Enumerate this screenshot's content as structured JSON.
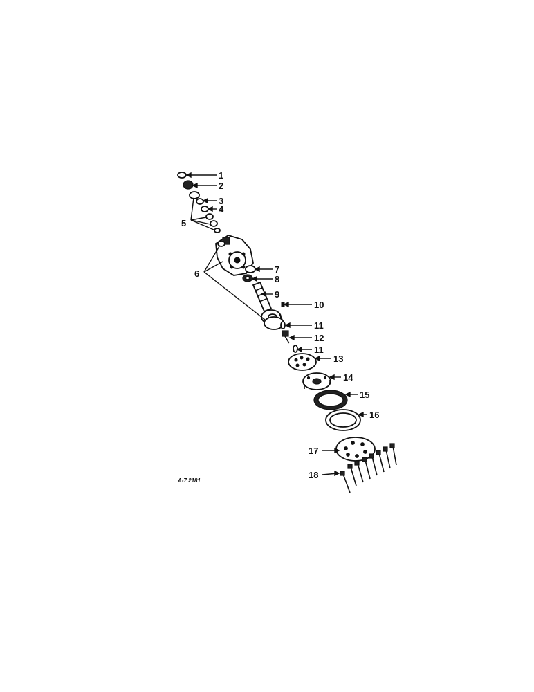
{
  "figure_code": "A-7 2181",
  "callouts": [
    "1",
    "2",
    "3",
    "4",
    "5",
    "6",
    "7",
    "8",
    "9",
    "10",
    "11",
    "12",
    "11",
    "13",
    "14",
    "15",
    "16",
    "17",
    "18"
  ]
}
